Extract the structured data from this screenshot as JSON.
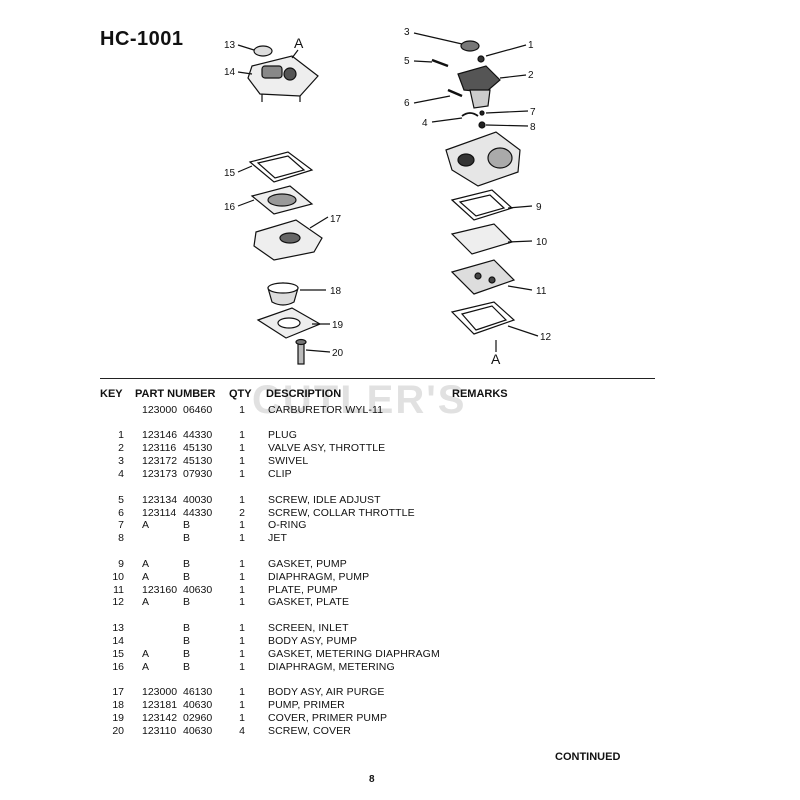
{
  "title": "HC-1001",
  "watermark": "CUTLER'S",
  "diagram": {
    "callouts": [
      "1",
      "2",
      "3",
      "4",
      "5",
      "6",
      "7",
      "8",
      "9",
      "10",
      "11",
      "12",
      "13",
      "14",
      "15",
      "16",
      "17",
      "18",
      "19",
      "20"
    ],
    "ref_letter": "A"
  },
  "table": {
    "headers": {
      "key": "KEY",
      "part_number": "PART NUMBER",
      "qty": "QTY",
      "description": "DESCRIPTION",
      "remarks": "REMARKS"
    },
    "rows": [
      {
        "key": "",
        "pnA": "123000",
        "pnB": "06460",
        "qty": "1",
        "desc": "CARBURETOR  WYL-11",
        "gap": false
      },
      {
        "key": "1",
        "pnA": "123146",
        "pnB": "44330",
        "qty": "1",
        "desc": "PLUG",
        "gap": true
      },
      {
        "key": "2",
        "pnA": "123116",
        "pnB": "45130",
        "qty": "1",
        "desc": "VALVE ASY, THROTTLE",
        "gap": false
      },
      {
        "key": "3",
        "pnA": "123172",
        "pnB": "45130",
        "qty": "1",
        "desc": "SWIVEL",
        "gap": false
      },
      {
        "key": "4",
        "pnA": "123173",
        "pnB": "07930",
        "qty": "1",
        "desc": "CLIP",
        "gap": false
      },
      {
        "key": "5",
        "pnA": "123134",
        "pnB": "40030",
        "qty": "1",
        "desc": "SCREW, IDLE ADJUST",
        "gap": true
      },
      {
        "key": "6",
        "pnA": "123114",
        "pnB": "44330",
        "qty": "2",
        "desc": "SCREW, COLLAR THROTTLE",
        "gap": false
      },
      {
        "key": "7",
        "pnA": "A",
        "pnB": "B",
        "qty": "1",
        "desc": "O-RING",
        "gap": false
      },
      {
        "key": "8",
        "pnA": "",
        "pnB": "B",
        "qty": "1",
        "desc": "JET",
        "gap": false
      },
      {
        "key": "9",
        "pnA": "A",
        "pnB": "B",
        "qty": "1",
        "desc": "GASKET, PUMP",
        "gap": true
      },
      {
        "key": "10",
        "pnA": "A",
        "pnB": "B",
        "qty": "1",
        "desc": "DIAPHRAGM, PUMP",
        "gap": false
      },
      {
        "key": "11",
        "pnA": "123160",
        "pnB": "40630",
        "qty": "1",
        "desc": "PLATE, PUMP",
        "gap": false
      },
      {
        "key": "12",
        "pnA": "A",
        "pnB": "B",
        "qty": "1",
        "desc": "GASKET, PLATE",
        "gap": false
      },
      {
        "key": "13",
        "pnA": "",
        "pnB": "B",
        "qty": "1",
        "desc": "SCREEN, INLET",
        "gap": true
      },
      {
        "key": "14",
        "pnA": "",
        "pnB": "B",
        "qty": "1",
        "desc": "BODY ASY, PUMP",
        "gap": false
      },
      {
        "key": "15",
        "pnA": "A",
        "pnB": "B",
        "qty": "1",
        "desc": "GASKET, METERING DIAPHRAGM",
        "gap": false
      },
      {
        "key": "16",
        "pnA": "A",
        "pnB": "B",
        "qty": "1",
        "desc": "DIAPHRAGM, METERING",
        "gap": false
      },
      {
        "key": "17",
        "pnA": "123000",
        "pnB": "46130",
        "qty": "1",
        "desc": "BODY ASY, AIR PURGE",
        "gap": true
      },
      {
        "key": "18",
        "pnA": "123181",
        "pnB": "40630",
        "qty": "1",
        "desc": "PUMP, PRIMER",
        "gap": false
      },
      {
        "key": "19",
        "pnA": "123142",
        "pnB": "02960",
        "qty": "1",
        "desc": "COVER, PRIMER PUMP",
        "gap": false
      },
      {
        "key": "20",
        "pnA": "123110",
        "pnB": "40630",
        "qty": "4",
        "desc": "SCREW, COVER",
        "gap": false
      }
    ]
  },
  "footer": {
    "continued": "CONTINUED",
    "page_number": "8"
  }
}
